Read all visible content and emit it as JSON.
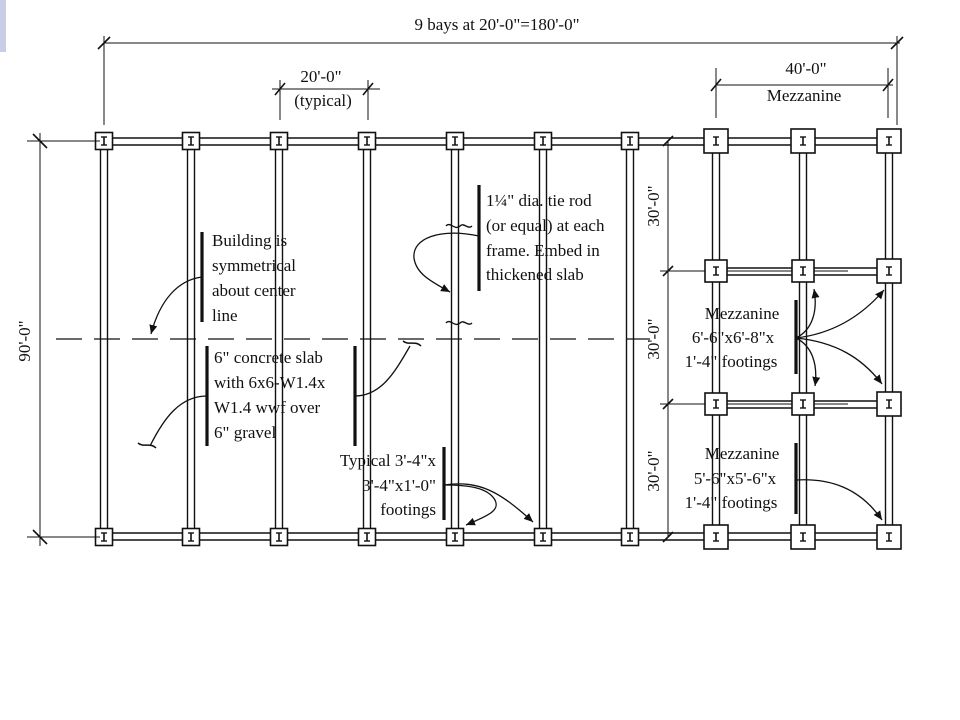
{
  "dimensions": {
    "overall": "9 bays at 20'-0\"=180'-0\"",
    "bay_width": "20'-0\"",
    "bay_typical": "(typical)",
    "mezz_width": "40'-0\"",
    "mezz_label": "Mezzanine",
    "building_depth": "90'-0\"",
    "mezz_bay_1": "30'-0\"",
    "mezz_bay_2": "30'-0\"",
    "mezz_bay_3": "30'-0\""
  },
  "notes": {
    "symmetry": [
      "Building is",
      "symmetrical",
      "about center",
      "line"
    ],
    "tie_rod": [
      "1¼\" dia. tie rod",
      "(or equal) at each",
      "frame. Embed in",
      "thickened slab"
    ],
    "slab": [
      "6\" concrete slab",
      "with 6x6-W1.4x",
      "W1.4 wwf over",
      "6\" gravel"
    ],
    "typical_footing": [
      "Typical 3'-4\"x",
      "3'-4\"x1'-0\"",
      "footings"
    ],
    "mezz_footing_a": [
      "Mezzanine",
      "6'-6\"x6'-8\"x",
      "1'-4\" footings"
    ],
    "mezz_footing_b": [
      "Mezzanine",
      "5'-6\"x5'-6\"x",
      "1'-4\" footings"
    ]
  },
  "colors": {
    "ink": "#111111",
    "accent_tab": "#c9cde6"
  }
}
